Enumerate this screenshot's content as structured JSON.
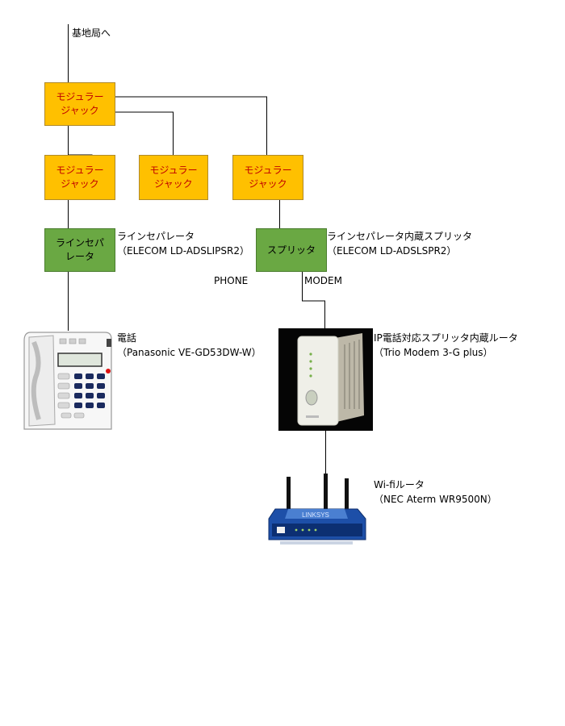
{
  "top_label": "基地局へ",
  "jacks": {
    "top": "モジュラー\nジャック",
    "left": "モジュラー\nジャック",
    "middle": "モジュラー\nジャック",
    "right": "モジュラー\nジャック"
  },
  "separator": {
    "box": "ラインセパ\nレータ",
    "name": "ラインセパレータ",
    "model": "（ELECOM LD-ADSLIPSR2）"
  },
  "splitter": {
    "box": "スプリッタ",
    "name": "ラインセパレータ内蔵スプリッタ",
    "model": "（ELECOM LD-ADSLSPR2）"
  },
  "ports": {
    "phone": "PHONE",
    "modem": "MODEM"
  },
  "phone": {
    "name": "電話",
    "model": "（Panasonic VE-GD53DW-W）"
  },
  "modem": {
    "name": "IP電話対応スプリッタ内蔵ルータ",
    "model": "（Trio Modem 3-G plus）"
  },
  "wifi": {
    "name": "Wi-fiルータ",
    "model": "（NEC Aterm WR9500N）",
    "brand": "LINKSYS"
  },
  "colors": {
    "jack_fill": "#ffc000",
    "jack_text": "#c00000",
    "device_fill": "#6aa843"
  }
}
